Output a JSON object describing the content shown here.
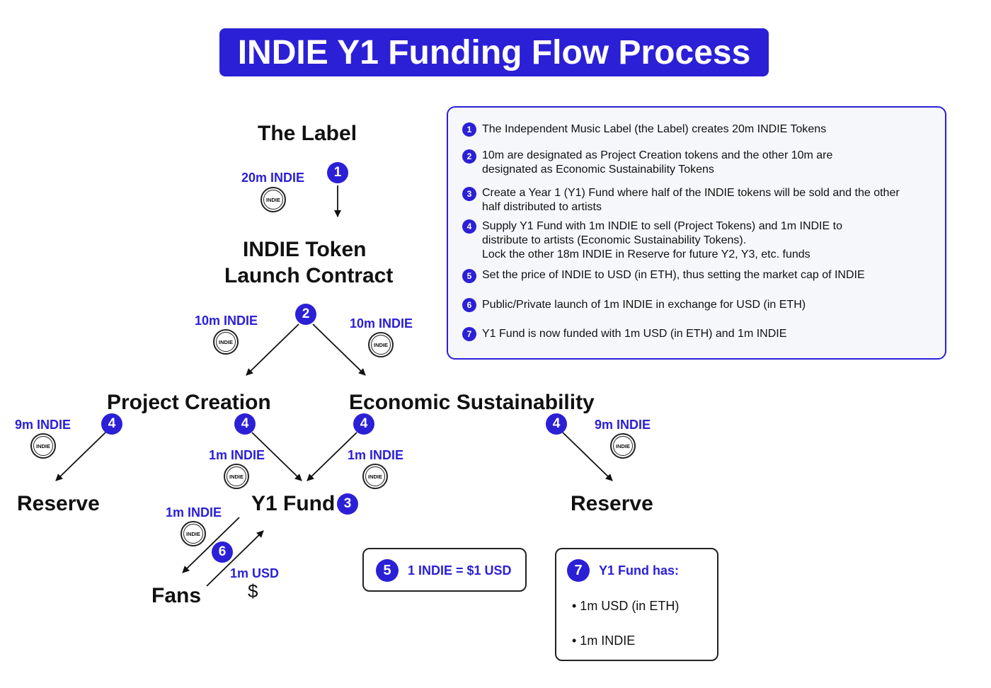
{
  "title": "INDIE Y1 Funding Flow Process",
  "nodes": {
    "label": "The Label",
    "launch_contract_line1": "INDIE Token",
    "launch_contract_line2": "Launch Contract",
    "project_creation": "Project Creation",
    "economic_sustainability": "Economic Sustainability",
    "reserve_left": "Reserve",
    "reserve_right": "Reserve",
    "y1_fund": "Y1 Fund",
    "fans": "Fans"
  },
  "amounts": {
    "label_out": "20m INDIE",
    "to_project": "10m INDIE",
    "to_economic": "10m INDIE",
    "project_reserve": "9m INDIE",
    "project_fund": "1m INDIE",
    "economic_fund": "1m INDIE",
    "economic_reserve": "9m INDIE",
    "fund_to_fans": "1m INDIE",
    "fans_to_fund": "1m USD"
  },
  "coin_label": "INDIE",
  "dollar_symbol": "$",
  "badges": {
    "b1": "1",
    "b2": "2",
    "b3": "3",
    "b4a": "4",
    "b4b": "4",
    "b4c": "4",
    "b4d": "4",
    "b6": "6"
  },
  "steps": [
    {
      "num": "1",
      "lines": [
        "The Independent Music Label (the Label) creates 20m INDIE Tokens"
      ]
    },
    {
      "num": "2",
      "lines": [
        "10m are designated as Project Creation tokens and the other 10m are",
        "designated as Economic Sustainability Tokens"
      ]
    },
    {
      "num": "3",
      "lines": [
        "Create a Year 1 (Y1) Fund where half of the INDIE tokens will be sold and the other",
        "half distributed to artists"
      ]
    },
    {
      "num": "4",
      "lines": [
        "Supply Y1 Fund with 1m INDIE to sell (Project Tokens) and 1m INDIE to",
        "distribute to artists (Economic Sustainability Tokens).",
        "Lock the other 18m INDIE in Reserve for future Y2, Y3, etc. funds"
      ]
    },
    {
      "num": "5",
      "lines": [
        "Set the price of INDIE to USD (in ETH), thus setting the market cap of INDIE"
      ]
    },
    {
      "num": "6",
      "lines": [
        "Public/Private launch of 1m INDIE in exchange for USD (in ETH)"
      ]
    },
    {
      "num": "7",
      "lines": [
        "Y1 Fund is now funded with 1m USD (in ETH) and 1m INDIE"
      ]
    }
  ],
  "price_box": {
    "num": "5",
    "text": "1 INDIE = $1 USD"
  },
  "fund_box": {
    "num": "7",
    "heading": "Y1 Fund has:",
    "items": [
      "• 1m USD (in ETH)",
      "• 1m INDIE"
    ]
  },
  "colors": {
    "accent": "#2b20d6",
    "text": "#111111",
    "legend_bg": "#f6f7fb"
  }
}
